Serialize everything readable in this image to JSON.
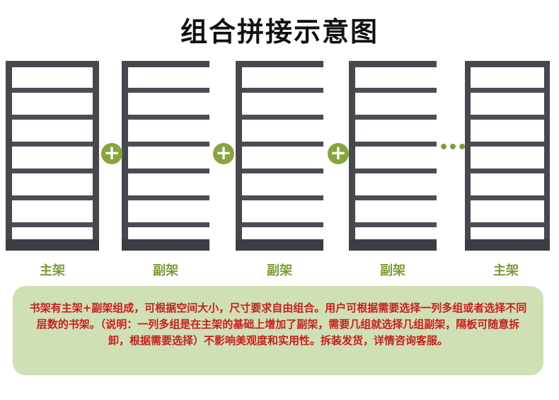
{
  "title": "组合拼接示意图",
  "colors": {
    "frame": "#45484f",
    "accent_green": "#86a53c",
    "label_green": "#7b9b36",
    "note_bg": "#cfe0b4",
    "note_text": "#c81e1e"
  },
  "icons": {
    "plus": "plus-circle-icon",
    "ellipsis": "ellipsis-icon"
  },
  "plus_symbol": "+",
  "ellipsis_text": "•••",
  "labels": [
    "主架",
    "副架",
    "副架",
    "副架",
    "主架"
  ],
  "note": "书架有主架+副架组成，可根据空间大小，尺寸要求自由组合。用户可根据需要选择一列多组或者选择不同层数的书架。（说明：一列多组是在主架的基础上增加了副架，需要几组就选择几组副架，隔板可随意拆卸，根据需要选择）不影响美观度和实用性。拆装发货，详情咨询客服。"
}
